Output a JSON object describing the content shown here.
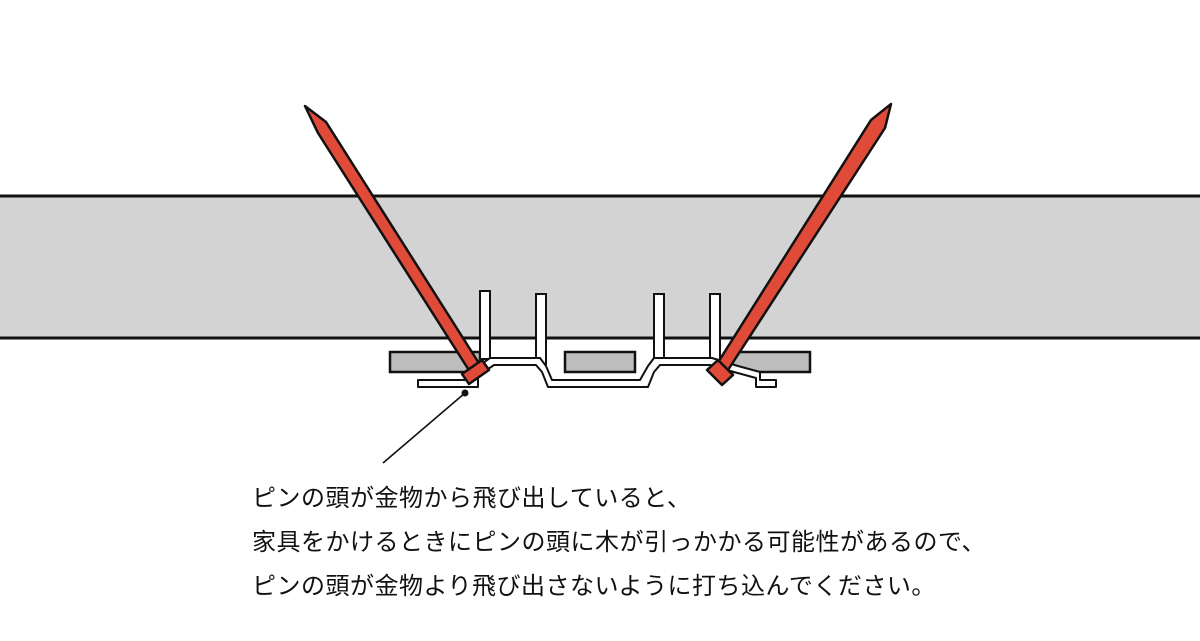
{
  "caption": {
    "line1": "ピンの頭が金物から飛び出していると、",
    "line2": "家具をかけるときにピンの頭に木が引っかかる可能性があるので、",
    "line3": "ピンの頭が金物より飛び出さないように打ち込んでください。"
  },
  "colors": {
    "board_fill": "#d3d3d3",
    "outline": "#111111",
    "pin_fill": "#e04a38",
    "metal_fill": "#ffffff",
    "pad_fill": "#bdbdbd",
    "background": "#ffffff"
  }
}
